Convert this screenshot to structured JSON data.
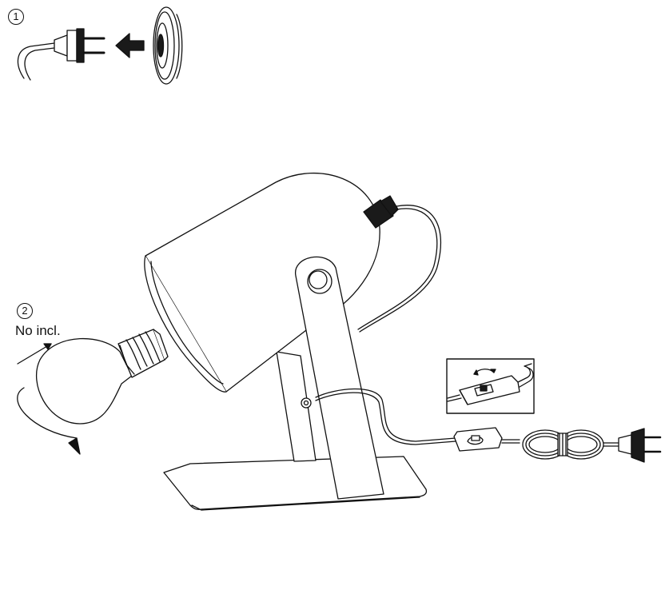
{
  "steps": [
    {
      "number": "1"
    },
    {
      "number": "2",
      "note": "No incl."
    }
  ],
  "colors": {
    "line": "#111111",
    "fill_dark": "#1a1a1a",
    "background": "#ffffff"
  },
  "icons": [
    "wall-socket-icon",
    "plug-icon",
    "arrow-left-icon",
    "light-bulb-icon",
    "rotate-arrow-icon",
    "inline-switch-icon",
    "cable-coil-icon"
  ]
}
